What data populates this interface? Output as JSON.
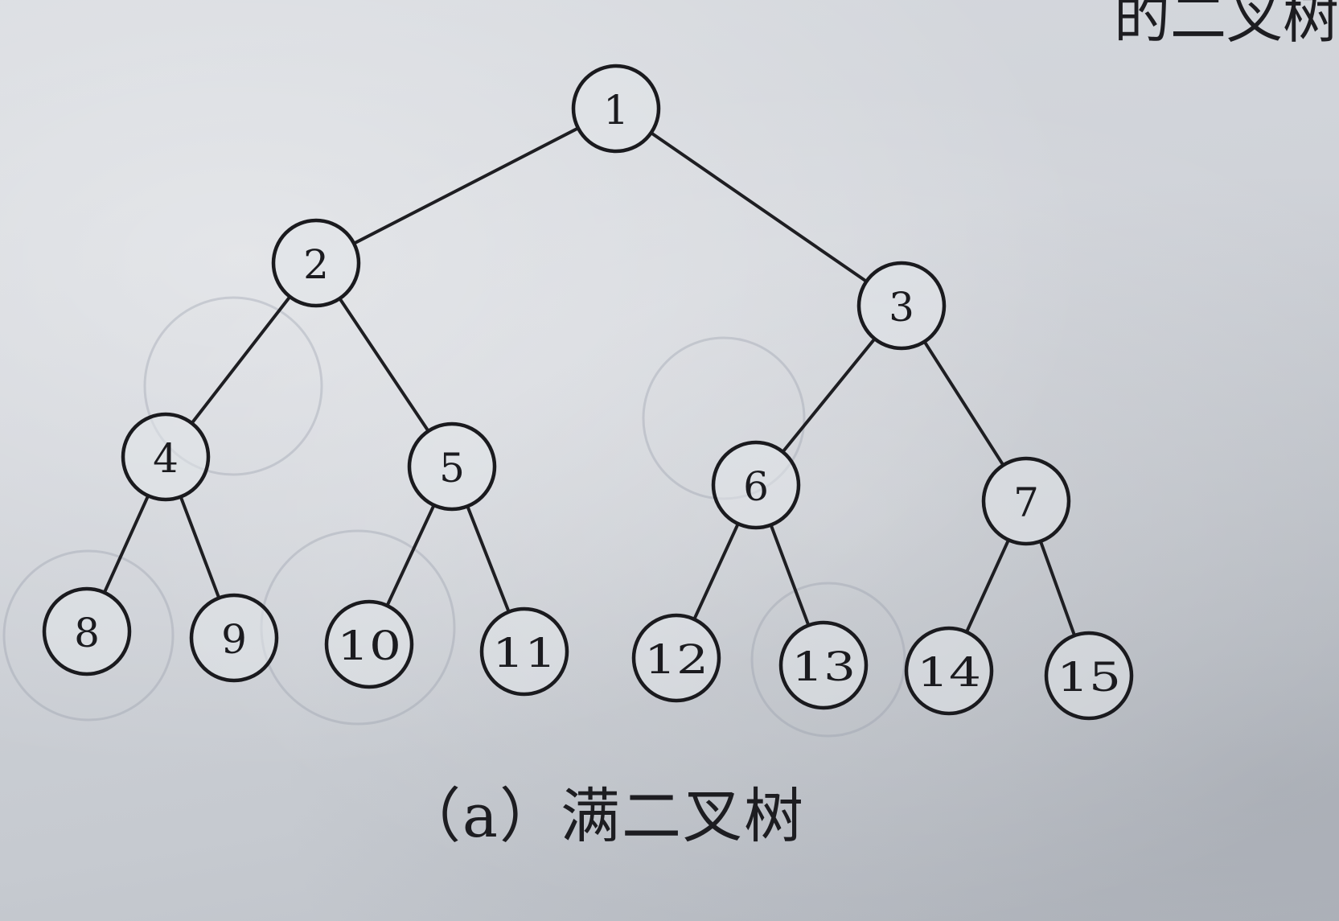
{
  "caption": "（a）满二叉树",
  "corner_text": "的二叉树",
  "tree": {
    "nodes": [
      {
        "id": 1,
        "label": "1"
      },
      {
        "id": 2,
        "label": "2"
      },
      {
        "id": 3,
        "label": "3"
      },
      {
        "id": 4,
        "label": "4"
      },
      {
        "id": 5,
        "label": "5"
      },
      {
        "id": 6,
        "label": "6"
      },
      {
        "id": 7,
        "label": "7"
      },
      {
        "id": 8,
        "label": "8"
      },
      {
        "id": 9,
        "label": "9"
      },
      {
        "id": 10,
        "label": "10"
      },
      {
        "id": 11,
        "label": "11"
      },
      {
        "id": 12,
        "label": "12"
      },
      {
        "id": 13,
        "label": "13"
      },
      {
        "id": 14,
        "label": "14"
      },
      {
        "id": 15,
        "label": "15"
      }
    ],
    "edges": [
      [
        1,
        2
      ],
      [
        1,
        3
      ],
      [
        2,
        4
      ],
      [
        2,
        5
      ],
      [
        3,
        6
      ],
      [
        3,
        7
      ],
      [
        4,
        8
      ],
      [
        4,
        9
      ],
      [
        5,
        10
      ],
      [
        5,
        11
      ],
      [
        6,
        12
      ],
      [
        6,
        13
      ],
      [
        7,
        14
      ],
      [
        7,
        15
      ]
    ]
  }
}
